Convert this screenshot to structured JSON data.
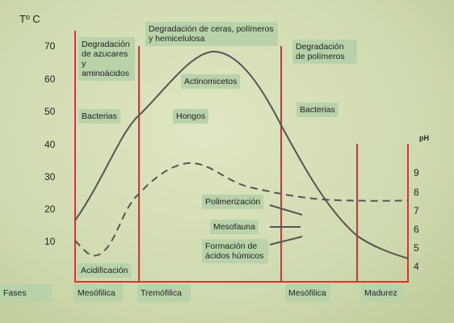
{
  "axes": {
    "temp_title": "Tº C",
    "temp_ticks": [
      "70",
      "60",
      "50",
      "40",
      "30",
      "20",
      "10"
    ],
    "ph_title": "pH",
    "ph_ticks": [
      "9",
      "8",
      "7",
      "6",
      "5",
      "4"
    ]
  },
  "labels": {
    "deg_azucares": "Degradación de azucares y aminoácidos",
    "deg_ceras": "Degradación de ceras, polímeros y hemicelulosa",
    "deg_polimeros": "Degradación de polímeros",
    "actinomicetos": "Actinomicetos",
    "bacterias_left": "Bacterias",
    "hongos": "Hongos",
    "bacterias_right": "Bacterias",
    "polimerizacion": "Polimerización",
    "mesofauna": "Mesofauna",
    "formacion": "Formación de ácidos húmicos",
    "acidificacion": "Acidificación"
  },
  "phases": {
    "title": "Fases",
    "items": [
      "Mesófilica",
      "Tremófilica",
      "Mesófilica",
      "Madurez"
    ]
  },
  "colors": {
    "phase_line": "#e03030",
    "curve": "#555555",
    "label_bg": "#b9d2aa"
  }
}
